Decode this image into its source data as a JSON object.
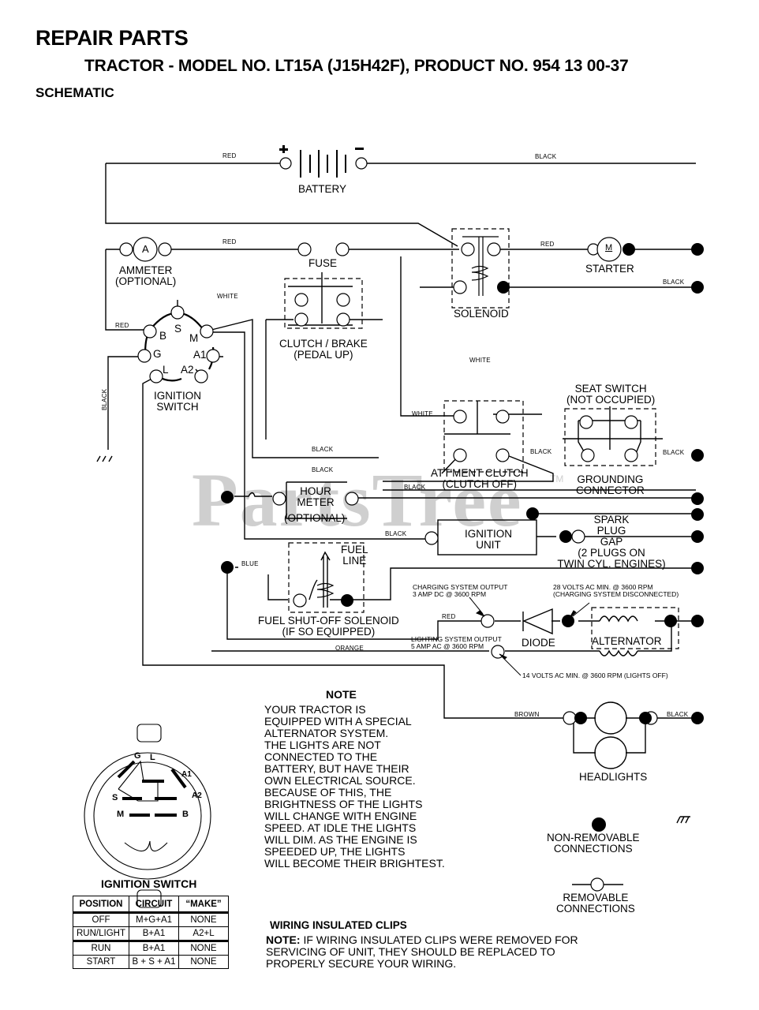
{
  "header": {
    "title": "REPAIR PARTS",
    "subtitle": "TRACTOR - MODEL NO. LT15A (J15H42F), PRODUCT NO. 954 13 00-37",
    "section": "SCHEMATIC"
  },
  "watermark": {
    "text": "PartsTree",
    "tm": "TM"
  },
  "components": {
    "battery": "BATTERY",
    "battery_plus": "+",
    "battery_minus": "−",
    "ammeter_symbol": "A",
    "ammeter_line1": "AMMETER",
    "ammeter_line2": "(OPTIONAL)",
    "fuse": "FUSE",
    "solenoid": "SOLENOID",
    "starter_symbol": "M",
    "starter": "STARTER",
    "clutch_brake_line1": "CLUTCH / BRAKE",
    "clutch_brake_line2": "(PEDAL UP)",
    "ignition_switch_line1": "IGNITION",
    "ignition_switch_line2": "SWITCH",
    "terminals": {
      "s": "S",
      "b": "B",
      "m": "M",
      "g": "G",
      "a1": "A1",
      "l": "L",
      "a2": "A2"
    },
    "seat_switch_line1": "SEAT SWITCH",
    "seat_switch_line2": "(NOT OCCUPIED)",
    "attachment_clutch_line1": "ATT'MENT CLUTCH",
    "attachment_clutch_line2": "(CLUTCH OFF)",
    "grounding_line1": "GROUNDING",
    "grounding_line2": "CONNECTOR",
    "hour_meter_line1": "HOUR",
    "hour_meter_line2": "METER",
    "hour_meter_line3": "(OPTIONAL)",
    "ignition_unit_line1": "IGNITION",
    "ignition_unit_line2": "UNIT",
    "spark_line1": "SPARK",
    "spark_line2": "PLUG",
    "spark_line3": "GAP",
    "spark_line4": "(2 PLUGS ON",
    "spark_line5": "TWIN CYL. ENGINES)",
    "fuel_line1": "FUEL",
    "fuel_line2": "LINE",
    "fuel_solenoid_line1": "FUEL SHUT-OFF SOLENOID",
    "fuel_solenoid_line2": "(IF SO EQUIPPED)",
    "diode": "DIODE",
    "alternator": "ALTERNATOR",
    "headlights": "HEADLIGHTS"
  },
  "wire_colors": {
    "red": "RED",
    "black": "BLACK",
    "white": "WHITE",
    "blue": "BLUE",
    "orange": "ORANGE",
    "brown": "BROWN"
  },
  "annotations": {
    "charging_line1": "CHARGING SYSTEM OUTPUT",
    "charging_line2": "3 AMP DC @ 3600 RPM",
    "volts28_line1": "28 VOLTS AC MIN. @ 3600 RPM",
    "volts28_line2": "(CHARGING SYSTEM DISCONNECTED)",
    "lighting_line1": "LIGHTING SYSTEM OUTPUT",
    "lighting_line2": "5 AMP AC @ 3600 RPM",
    "volts14": "14 VOLTS AC MIN. @ 3600 RPM (LIGHTS OFF)"
  },
  "note": {
    "title": "NOTE",
    "lines": [
      "YOUR TRACTOR IS",
      "EQUIPPED WITH A SPECIAL",
      "ALTERNATOR SYSTEM.",
      "THE LIGHTS ARE NOT",
      "CONNECTED TO THE",
      "BATTERY, BUT HAVE THEIR",
      "OWN ELECTRICAL SOURCE.",
      "BECAUSE OF THIS, THE",
      "BRIGHTNESS OF THE LIGHTS",
      "WILL CHANGE WITH ENGINE",
      "SPEED.  AT IDLE THE LIGHTS",
      "WILL DIM.  AS THE ENGINE IS",
      "SPEEDED UP, THE LIGHTS",
      "WILL BECOME THEIR BRIGHTEST."
    ]
  },
  "legend": {
    "non_removable_line1": "NON-REMOVABLE",
    "non_removable_line2": "CONNECTIONS",
    "removable_line1": "REMOVABLE",
    "removable_line2": "CONNECTIONS"
  },
  "ignition_switch_detail": {
    "title": "IGNITION SWITCH",
    "labels": {
      "g": "G",
      "l": "L",
      "a1": "A1",
      "a2": "A2",
      "s": "S",
      "m": "M",
      "b": "B"
    },
    "table": {
      "headers": [
        "POSITION",
        "CIRCUIT",
        "“MAKE”"
      ],
      "rows": [
        [
          "OFF",
          "M+G+A1",
          "NONE"
        ],
        [
          "RUN/LIGHT",
          "B+A1",
          "A2+L"
        ],
        [
          "RUN",
          "B+A1",
          "NONE"
        ],
        [
          "START",
          "B + S + A1",
          "NONE"
        ]
      ]
    }
  },
  "clips_note": {
    "title": "WIRING INSULATED CLIPS",
    "prefix": "NOTE:",
    "line1": " IF WIRING INSULATED CLIPS WERE REMOVED FOR",
    "line2": "SERVICING OF UNIT, THEY SHOULD BE REPLACED TO",
    "line3": "PROPERLY SECURE YOUR WIRING."
  }
}
